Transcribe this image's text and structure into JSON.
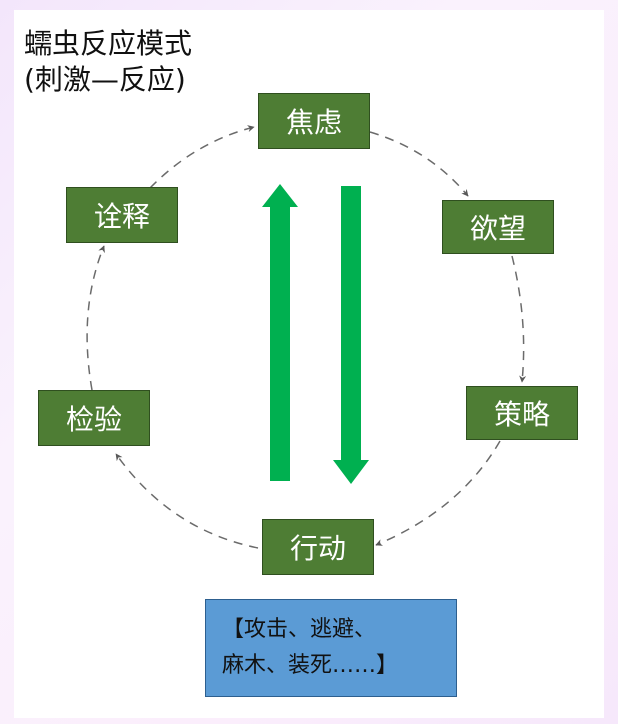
{
  "title": {
    "line1": "蠕虫反应模式",
    "line2": "(刺激—反应)"
  },
  "stages": [
    {
      "label": "焦虑"
    },
    {
      "label": "欲望"
    },
    {
      "label": "策略"
    },
    {
      "label": "行动"
    },
    {
      "label": "检验"
    },
    {
      "label": "诠释"
    }
  ],
  "reactions": {
    "line1": "【攻击、逃避、",
    "line2": "麻木、装死……】"
  },
  "colors": {
    "stage_fill": "#4e7d34",
    "arrow_fill": "#00b050",
    "note_fill": "#5b9bd5",
    "cycle_arrow": "#595959"
  }
}
